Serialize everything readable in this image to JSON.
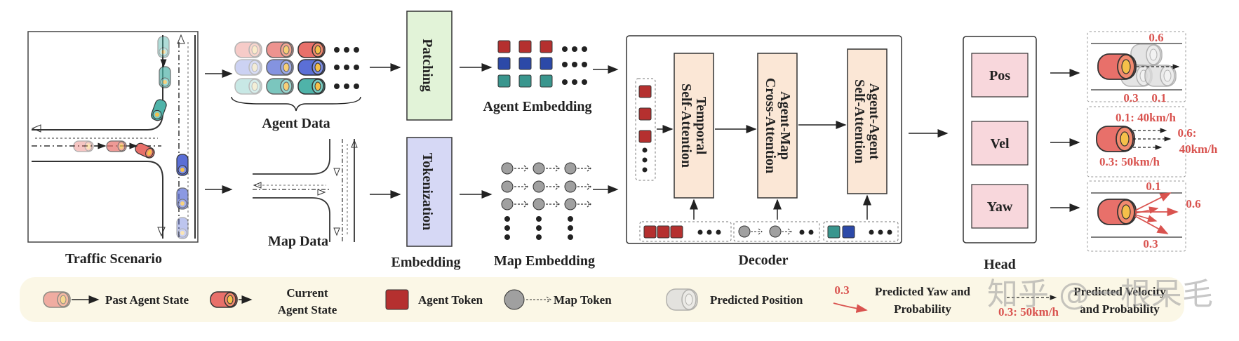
{
  "labels": {
    "traffic_scenario": "Traffic Scenario",
    "agent_data": "Agent Data",
    "map_data": "Map Data",
    "patching": "Patching",
    "tokenization": "Tokenization",
    "embedding": "Embedding",
    "agent_embedding": "Agent Embedding",
    "map_embedding": "Map Embedding",
    "temporal_l1": "Temporal",
    "temporal_l2": "Self-Attention",
    "agentmap_l1": "Agent-Map",
    "agentmap_l2": "Cross-Attention",
    "agentagent_l1": "Agent-Agent",
    "agentagent_l2": "Self-Attention",
    "decoder": "Decoder",
    "pos": "Pos",
    "vel": "Vel",
    "yaw": "Yaw",
    "head": "Head"
  },
  "outputs": {
    "pos_top": "0.6",
    "pos_bl": "0.3",
    "pos_br": "0.1",
    "vel_top": "0.1: 40km/h",
    "vel_right1": "0.6:",
    "vel_right2": "40km/h",
    "vel_bottom": "0.3: 50km/h",
    "yaw_top": "0.1",
    "yaw_right": "0.6",
    "yaw_bottom": "0.3"
  },
  "legend": {
    "past_agent_state": "Past Agent State",
    "current_l1": "Current",
    "current_l2": "Agent State",
    "agent_token": "Agent Token",
    "map_token": "Map Token",
    "predicted_position": "Predicted Position",
    "yaw_example": "0.3",
    "yaw_l1": "Predicted Yaw and",
    "yaw_l2": "Probability",
    "vel_example": "0.3: 50km/h",
    "vel_l1": "Predicted Velocity",
    "vel_l2": "and Probability"
  },
  "watermark": "知乎 @一根呆毛",
  "colors": {
    "agent_red": "#e8706a",
    "agent_blue": "#5b6fd6",
    "agent_teal": "#4fb3a9",
    "token_red": "#b5302f",
    "token_blue": "#2c49a8",
    "token_teal": "#3a968e",
    "patching_fill": "#e2f3d8",
    "tokenization_fill": "#d6d8f5",
    "attention_fill": "#fbe7d6",
    "head_fill": "#f8d7dc",
    "legend_bg": "#fbf7e6",
    "accent_red": "#d9534f"
  }
}
